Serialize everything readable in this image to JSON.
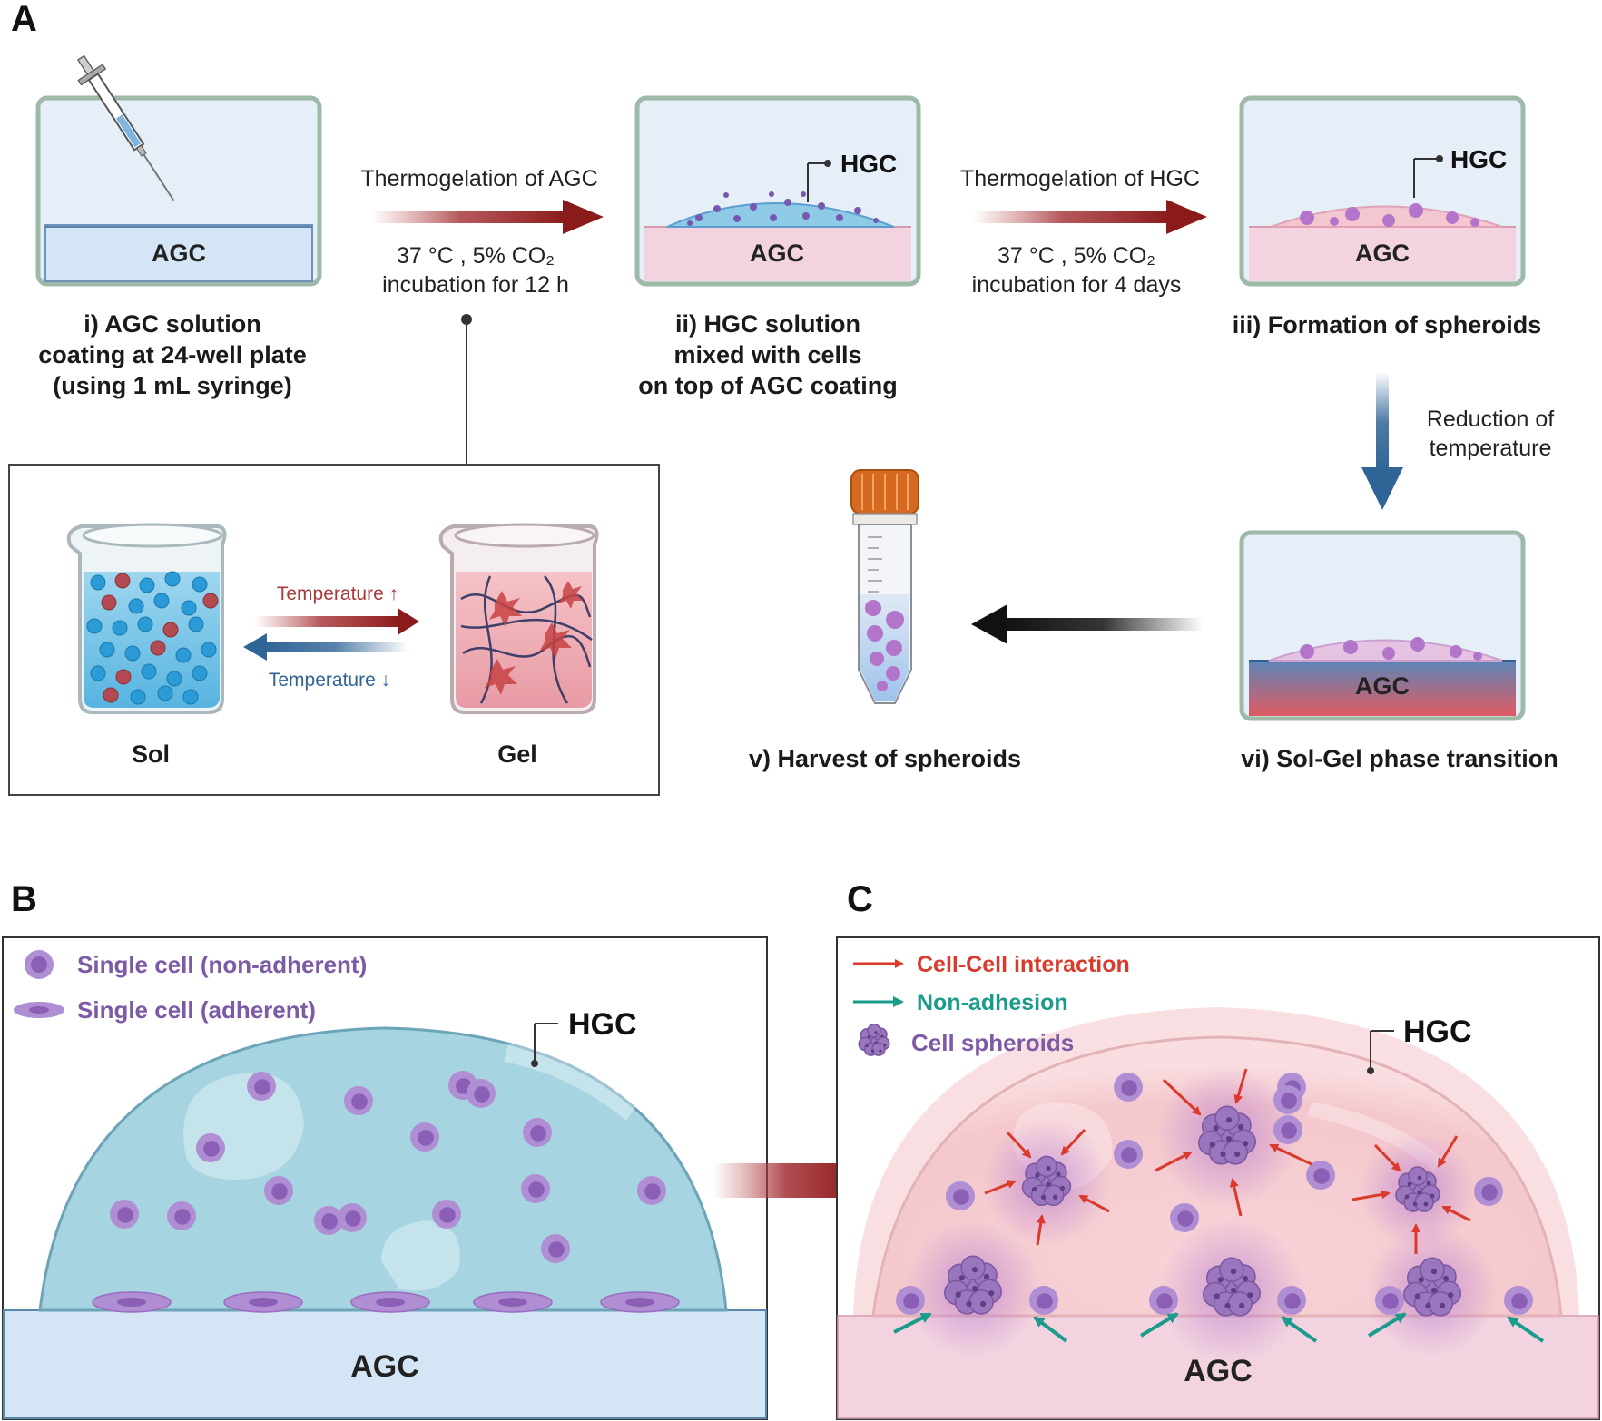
{
  "panels": {
    "a": "A",
    "b": "B",
    "c": "C"
  },
  "step1": {
    "well_label": "AGC",
    "lines": [
      "i) AGC solution",
      "coating at 24-well plate",
      "(using 1 mL syringe)"
    ]
  },
  "arrow1": {
    "title": "Thermogelation of AGC",
    "cond1": "37 °C , 5% CO₂",
    "cond2": "incubation for 12 h"
  },
  "step2": {
    "hgc_label": "HGC",
    "well_label": "AGC",
    "lines": [
      "ii) HGC solution",
      "mixed with cells",
      "on top of AGC coating"
    ]
  },
  "arrow2": {
    "title": "Thermogelation of HGC",
    "cond1": "37 °C , 5% CO₂",
    "cond2": "incubation for 4 days"
  },
  "step3": {
    "hgc_label": "HGC",
    "well_label": "AGC",
    "caption": "iii) Formation of spheroids"
  },
  "arrow3": {
    "line1": "Reduction of",
    "line2": "temperature"
  },
  "step6": {
    "well_label": "AGC",
    "caption": "vi) Sol-Gel phase transition"
  },
  "step5": {
    "caption": "v) Harvest of spheroids"
  },
  "inset": {
    "temp_up": "Temperature ↑",
    "temp_down": "Temperature ↓",
    "sol": "Sol",
    "gel": "Gel"
  },
  "panel_b": {
    "legend_nonadherent": "Single cell (non-adherent)",
    "legend_adherent": "Single cell (adherent)",
    "hgc": "HGC",
    "agc": "AGC"
  },
  "panel_c": {
    "legend_cellcell": "Cell-Cell interaction",
    "legend_nonadhesion": "Non-adhesion",
    "legend_spheroids": "Cell spheroids",
    "hgc": "HGC",
    "agc": "AGC"
  },
  "colors": {
    "arrow_red": "#8b1a1a",
    "arrow_blue": "#2f6496",
    "agc_blue": "#d4e6f5",
    "agc_pink": "#f2d3df",
    "cell_purple": "#9b6bc0",
    "legend_red": "#d93a2b",
    "legend_teal": "#1a9b8c",
    "cap_orange": "#d4691f"
  }
}
